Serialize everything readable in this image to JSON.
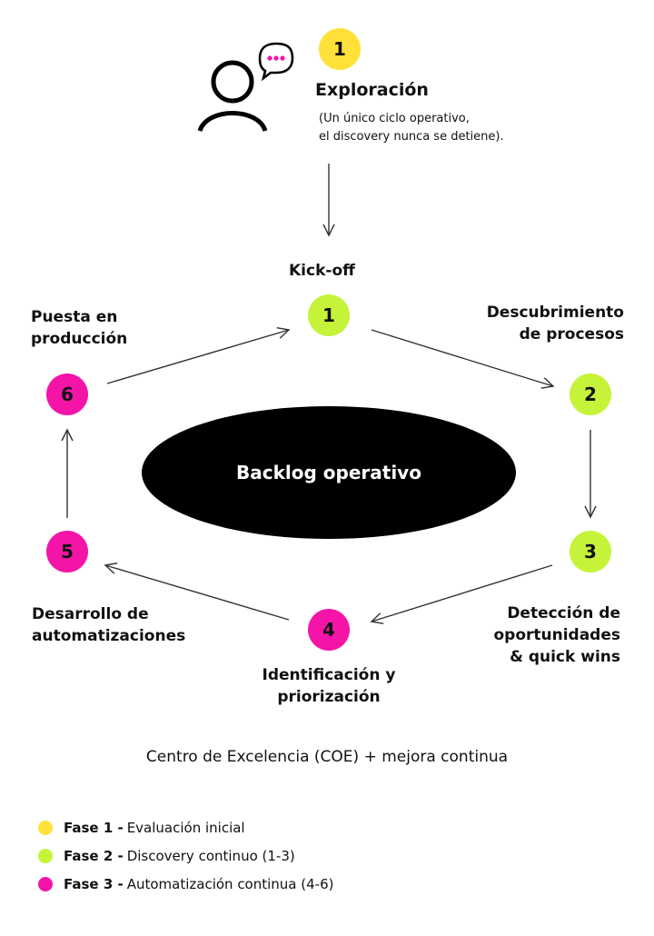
{
  "colors": {
    "yellow": "#FFE13A",
    "green": "#C5F33A",
    "pink": "#F414A8",
    "ellipse": "#000000"
  },
  "exploration": {
    "number": "1",
    "title": "Exploración",
    "note_line1": "(Un único ciclo operativo,",
    "note_line2": "el discovery nunca se detiene).",
    "icons": [
      "user-icon",
      "chat-bubble-icon"
    ]
  },
  "kickoff_label": "Kick-off",
  "backlog_label": "Backlog operativo",
  "steps": [
    {
      "number": "1",
      "color": "green",
      "label_lines": []
    },
    {
      "number": "2",
      "color": "green",
      "label_lines": [
        "Descubrimiento",
        "de procesos"
      ]
    },
    {
      "number": "3",
      "color": "green",
      "label_lines": [
        "Detección de",
        "oportunidades",
        "& quick wins"
      ]
    },
    {
      "number": "4",
      "color": "pink",
      "label_lines": [
        "Identificación y",
        "priorización"
      ]
    },
    {
      "number": "5",
      "color": "pink",
      "label_lines": [
        "Desarrollo de",
        "automatizaciones"
      ]
    },
    {
      "number": "6",
      "color": "pink",
      "label_lines": [
        "Puesta en",
        "producción"
      ]
    }
  ],
  "coe_label": "Centro de Excelencia (COE) + mejora continua",
  "legend": [
    {
      "phase": "Fase 1 -",
      "desc": "Evaluación inicial",
      "color": "yellow"
    },
    {
      "phase": "Fase 2 -",
      "desc": "Discovery continuo (1-3)",
      "color": "green"
    },
    {
      "phase": "Fase 3 -",
      "desc": "Automatización continua (4-6)",
      "color": "pink"
    }
  ]
}
